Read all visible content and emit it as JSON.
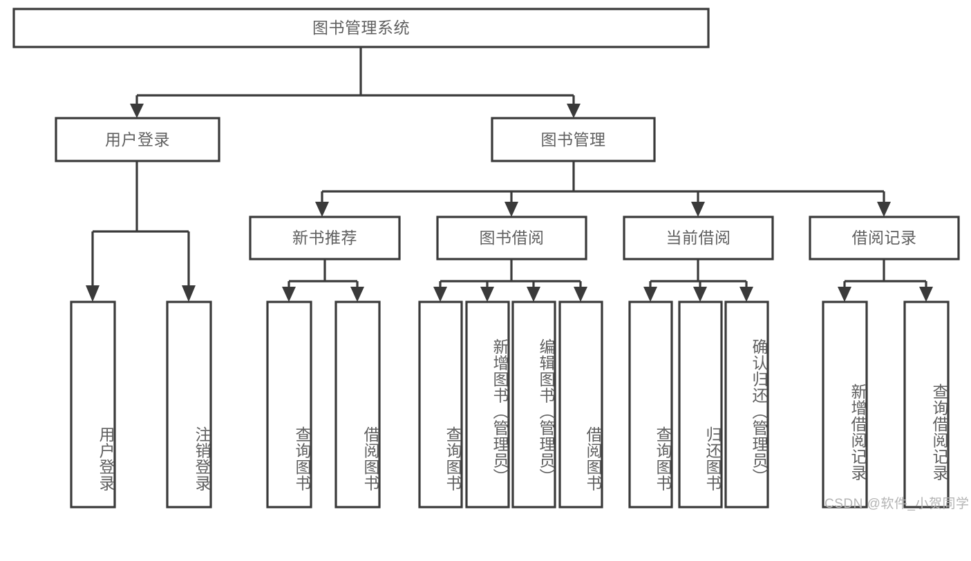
{
  "diagram": {
    "type": "tree-hierarchy",
    "title": "图书管理系统",
    "orientation": "top-down",
    "colors": {
      "box_fill": "#ffffff",
      "box_stroke": "#3a3a3a",
      "text": "#5f5f5f",
      "background": "#ffffff",
      "watermark": "#b4b4b4"
    },
    "root": {
      "label": "图书管理系统",
      "text_direction": "horizontal"
    },
    "level2": [
      {
        "id": "user-login",
        "label": "用户登录",
        "text_direction": "horizontal"
      },
      {
        "id": "book-management",
        "label": "图书管理",
        "text_direction": "horizontal"
      }
    ],
    "level3": [
      {
        "id": "new-book-recommend",
        "label": "新书推荐",
        "text_direction": "horizontal",
        "parent": "book-management"
      },
      {
        "id": "book-borrow",
        "label": "图书借阅",
        "text_direction": "horizontal",
        "parent": "book-management"
      },
      {
        "id": "current-borrow",
        "label": "当前借阅",
        "text_direction": "horizontal",
        "parent": "book-management"
      },
      {
        "id": "borrow-record",
        "label": "借阅记录",
        "text_direction": "horizontal",
        "parent": "book-management"
      }
    ],
    "leaves": [
      {
        "id": "leaf-user-login",
        "label": "用户登录",
        "parent": "user-login",
        "text_direction": "vertical"
      },
      {
        "id": "leaf-logout",
        "label": "注销登录",
        "parent": "user-login",
        "text_direction": "vertical"
      },
      {
        "id": "leaf-query-book-1",
        "label": "查询图书",
        "parent": "new-book-recommend",
        "text_direction": "vertical"
      },
      {
        "id": "leaf-borrow-book-1",
        "label": "借阅图书",
        "parent": "new-book-recommend",
        "text_direction": "vertical"
      },
      {
        "id": "leaf-query-book-2",
        "label": "查询图书",
        "parent": "book-borrow",
        "text_direction": "vertical"
      },
      {
        "id": "leaf-add-book",
        "label": "新增图书（管理员）",
        "parent": "book-borrow",
        "text_direction": "vertical"
      },
      {
        "id": "leaf-edit-book",
        "label": "编辑图书（管理员）",
        "parent": "book-borrow",
        "text_direction": "vertical"
      },
      {
        "id": "leaf-borrow-book-2",
        "label": "借阅图书",
        "parent": "book-borrow",
        "text_direction": "vertical"
      },
      {
        "id": "leaf-query-book-3",
        "label": "查询图书",
        "parent": "current-borrow",
        "text_direction": "vertical"
      },
      {
        "id": "leaf-return-book",
        "label": "归还图书",
        "parent": "current-borrow",
        "text_direction": "vertical"
      },
      {
        "id": "leaf-confirm-return",
        "label": "确认归还（管理员）",
        "parent": "current-borrow",
        "text_direction": "vertical"
      },
      {
        "id": "leaf-add-record",
        "label": "新增借阅记录",
        "parent": "borrow-record",
        "text_direction": "vertical"
      },
      {
        "id": "leaf-query-record",
        "label": "查询借阅记录",
        "parent": "borrow-record",
        "text_direction": "vertical"
      }
    ],
    "watermark": "CSDN @软件_小贺同学"
  }
}
